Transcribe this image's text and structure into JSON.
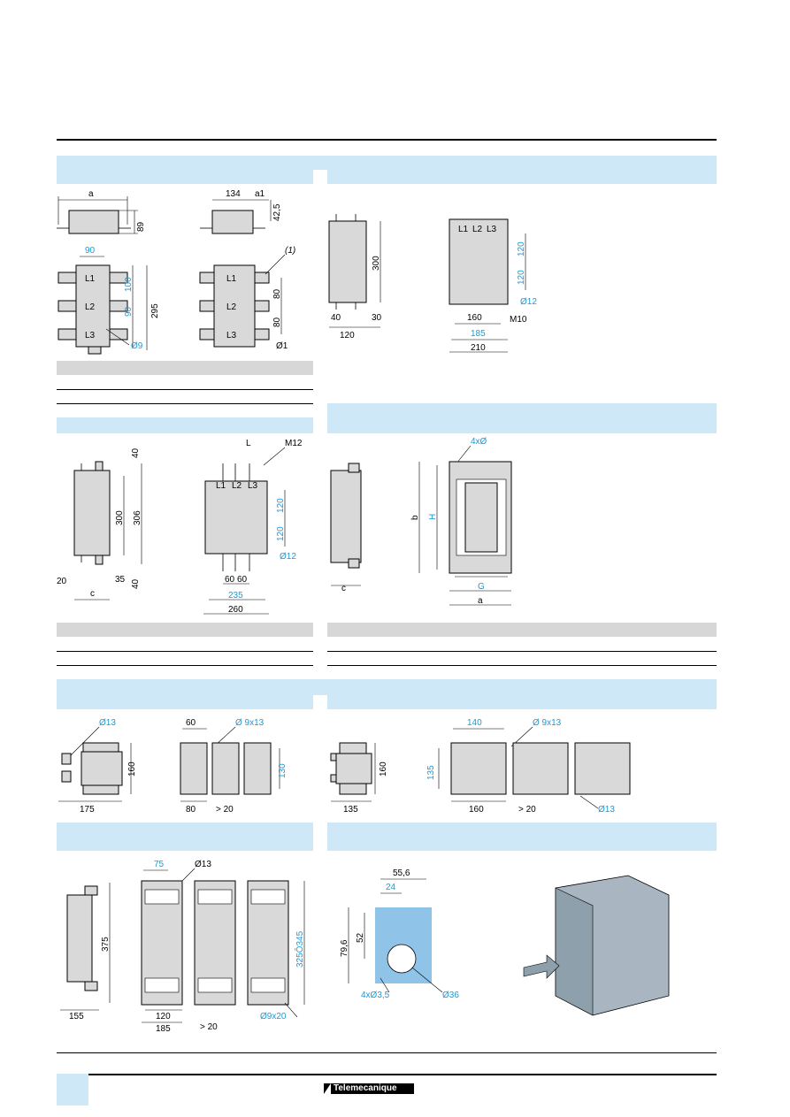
{
  "footer": {
    "brand": "Telemecanique"
  },
  "fig_tl": {
    "top_dims": [
      "a",
      "89",
      "134",
      "a1",
      "42,5"
    ],
    "callout": "(1)",
    "phase_labels": [
      "L1",
      "L2",
      "L3",
      "L1",
      "L2",
      "L3"
    ],
    "dims_left": [
      "90",
      "100",
      "90",
      "295",
      "Ø9"
    ],
    "dims_right": [
      "80",
      "80",
      "Ø1"
    ]
  },
  "fig_tr": {
    "dims_left": [
      "300",
      "40",
      "30",
      "120"
    ],
    "phase_labels": [
      "L1",
      "L2",
      "L3"
    ],
    "dims_right": [
      "120",
      "120",
      "Ø12",
      "160",
      "M10",
      "185",
      "210"
    ]
  },
  "fig_ml": {
    "dims_left": [
      "40",
      "300",
      "306",
      "20",
      "35",
      "40",
      "c"
    ],
    "dims_right": [
      "L",
      "M12",
      "120",
      "120",
      "Ø12",
      "60",
      "60",
      "235",
      "260"
    ],
    "phase_labels": [
      "L1",
      "L2",
      "L3"
    ]
  },
  "fig_mr": {
    "dims": [
      "4xØ",
      "b",
      "H",
      "c",
      "G",
      "a"
    ]
  },
  "fig_rl": {
    "dims": [
      "Ø13",
      "160",
      "175",
      "60",
      "Ø 9x13",
      "130",
      "80",
      "> 20"
    ]
  },
  "fig_rr": {
    "dims": [
      "160",
      "135",
      "140",
      "Ø 9x13",
      "135",
      "160",
      "> 20",
      "Ø13"
    ]
  },
  "fig_bl": {
    "dims": [
      "375",
      "155",
      "75",
      "Ø13",
      "325Ô345",
      "120",
      "185",
      "> 20",
      "Ø9x20"
    ]
  },
  "fig_br": {
    "dims": [
      "55,6",
      "24",
      "79,6",
      "52",
      "4xØ3,5",
      "Ø36"
    ]
  }
}
